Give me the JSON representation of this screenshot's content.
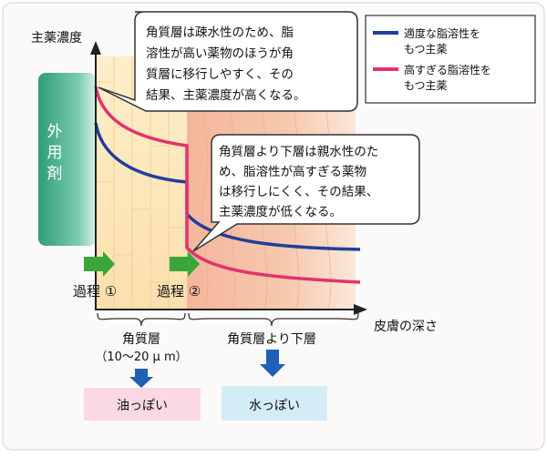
{
  "axes": {
    "y_label": "主薬濃度",
    "x_label": "皮膚の深さ"
  },
  "legend": {
    "items": [
      {
        "label_lines": [
          "適度な脂溶性を",
          "もつ主薬"
        ],
        "color": "#1f3f9c"
      },
      {
        "label_lines": [
          "高すぎる脂溶性を",
          "もつ主薬"
        ],
        "color": "#e0336f"
      }
    ]
  },
  "callouts": {
    "top": {
      "lines": [
        "角質層は疎水性のため、脂",
        "溶性が高い薬物のほうが角",
        "質層に移行しやすく、その",
        "結果、主薬濃度が高くなる。"
      ]
    },
    "middle": {
      "lines": [
        "角質層より下層は親水性のた",
        "め、脂溶性が高すぎる薬物",
        "は移行しにくく、その結果、",
        "主薬濃度が低くなる。"
      ]
    }
  },
  "topical": {
    "label_chars": [
      "外",
      "用",
      "剤"
    ],
    "color": "#34a77f"
  },
  "processes": [
    {
      "label": "過程 ①"
    },
    {
      "label": "過程 ②"
    }
  ],
  "regions": {
    "stratum_corneum": {
      "label": "角質層",
      "thickness": "（10～20 μ m）",
      "property": "油っぽい",
      "property_color": "#fbd9e4"
    },
    "lower_layers": {
      "label": "角質層より下層",
      "property": "水っぽい",
      "property_color": "#d4ecf6"
    }
  },
  "colors": {
    "arrow_green": "#3aa63a",
    "arrow_blue": "#1f5fb5",
    "stratum_bg": "#fbe4b8",
    "lower_bg": "#f6c4a6"
  }
}
